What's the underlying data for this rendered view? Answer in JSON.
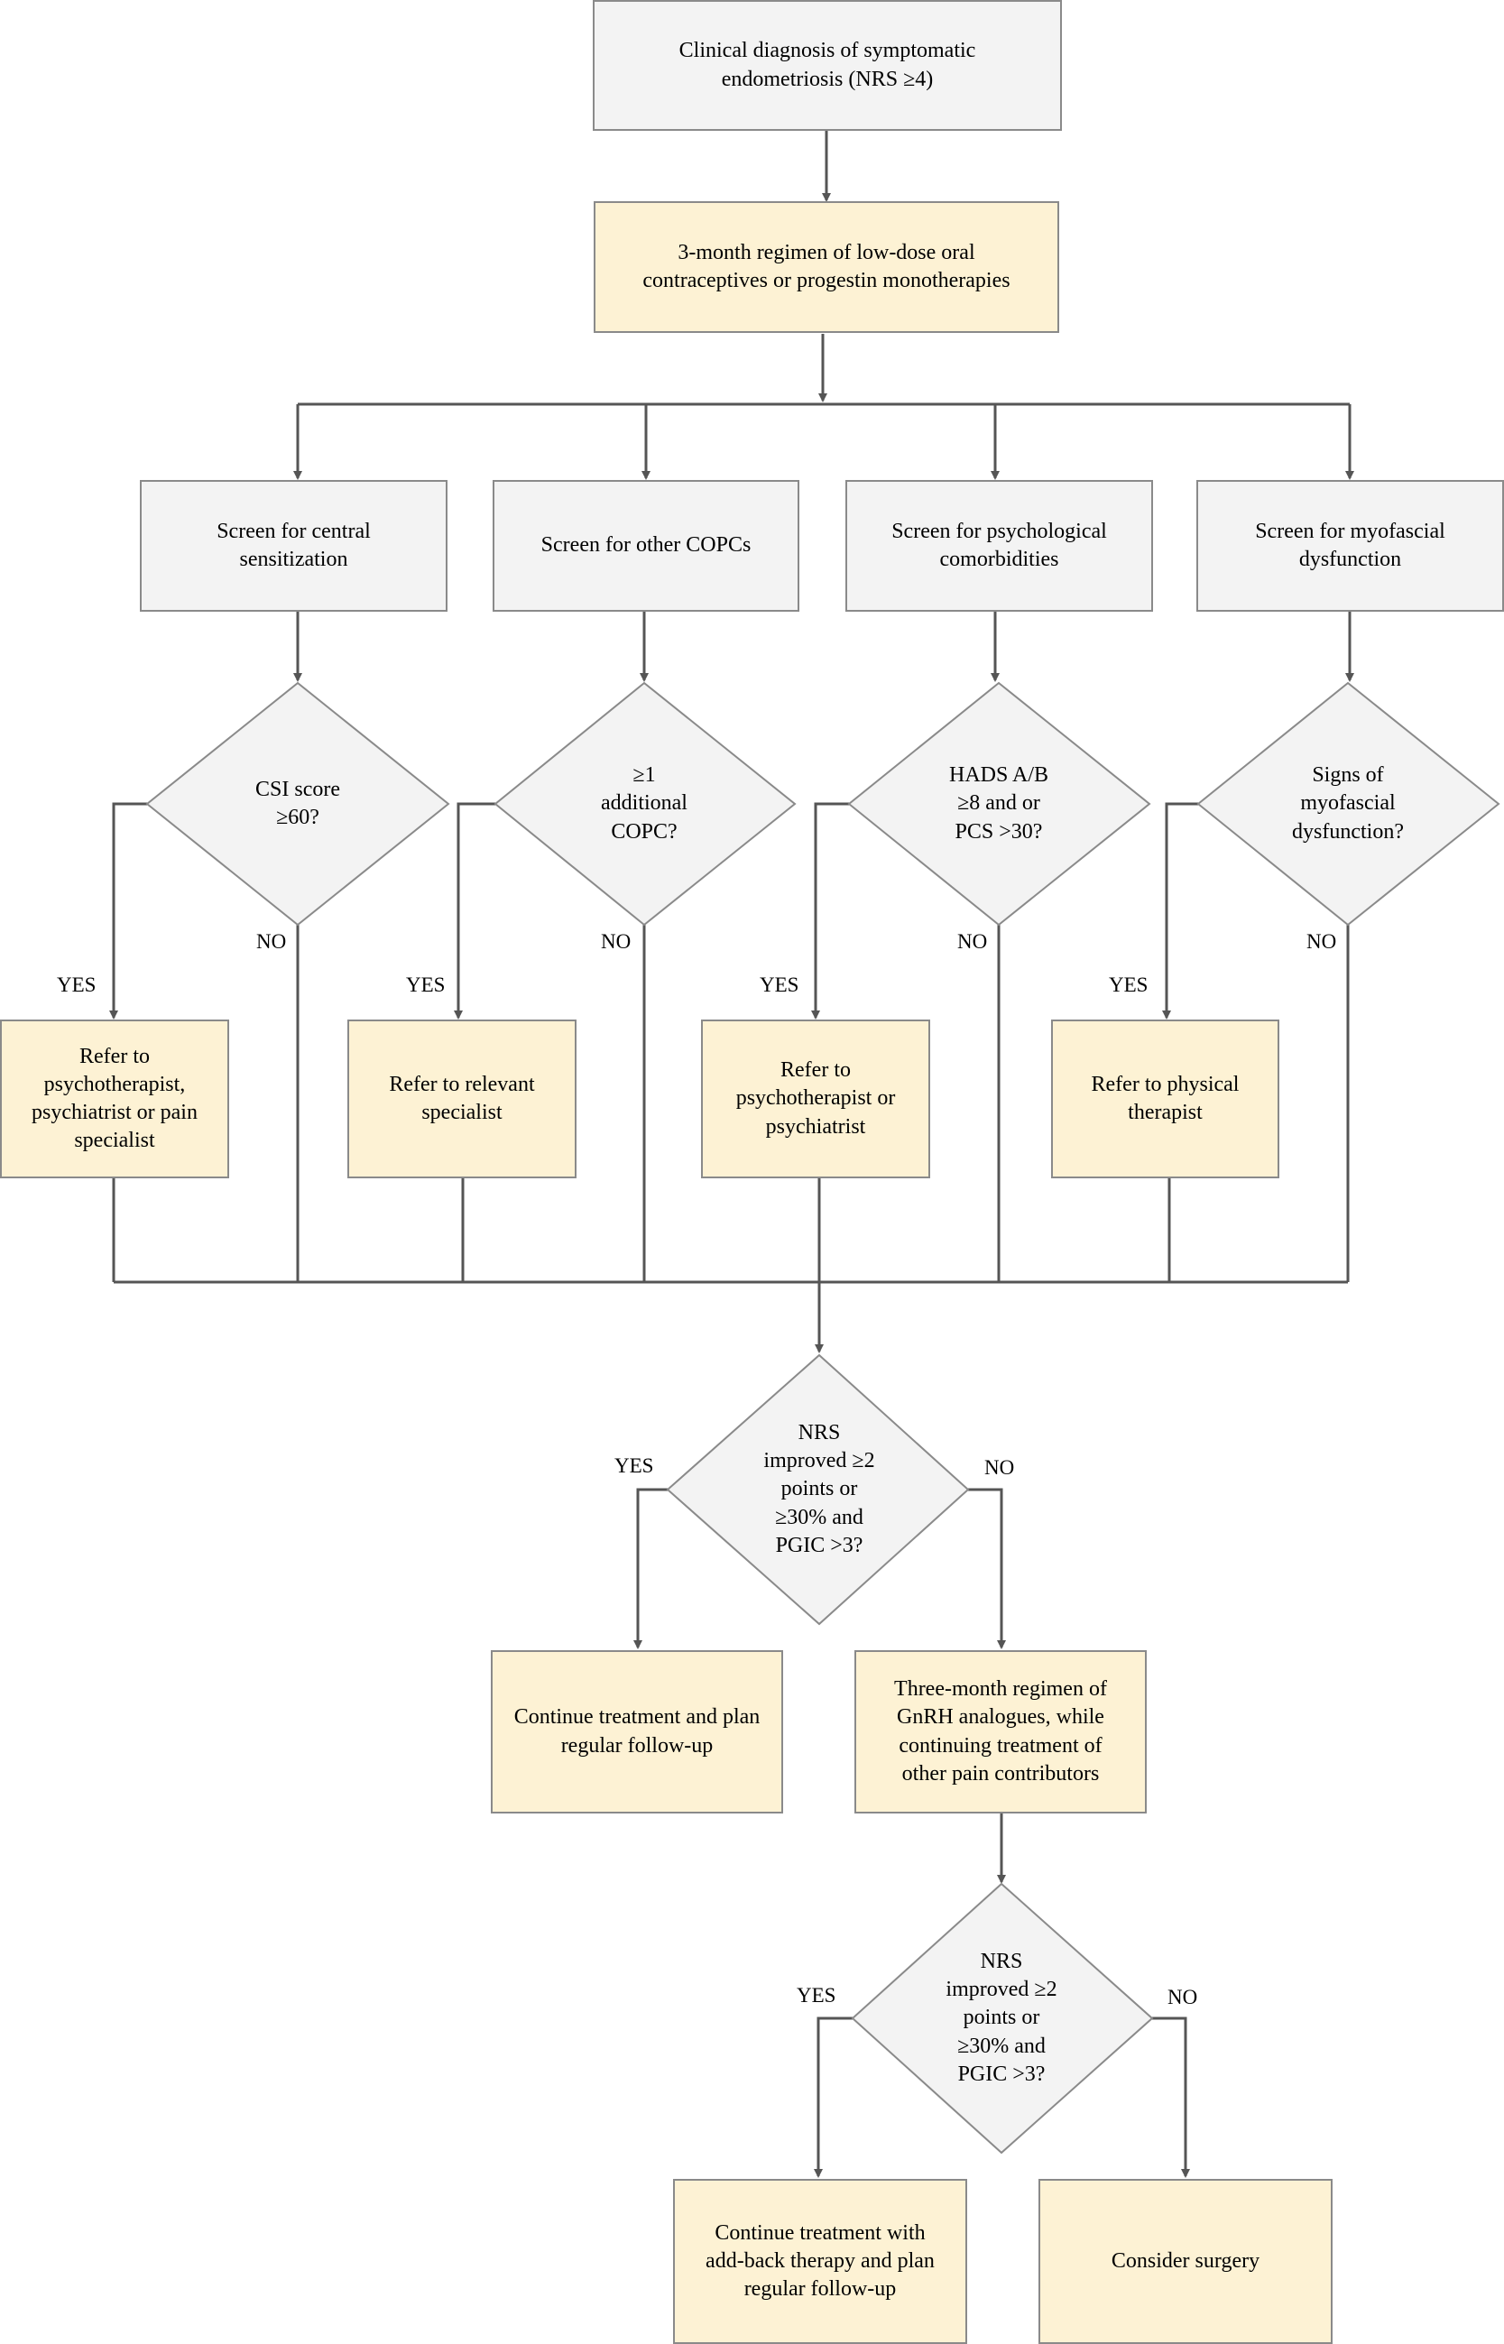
{
  "start": {
    "text": "Clinical diagnosis of symptomatic\nendometriosis (NRS ≥4)"
  },
  "first_line": {
    "text": "3-month regimen of low-dose oral\ncontraceptives or progestin monotherapies"
  },
  "screens": [
    {
      "text": "Screen for central\nsensitization"
    },
    {
      "text": "Screen for other COPCs"
    },
    {
      "text": "Screen for psychological\ncomorbidities"
    },
    {
      "text": "Screen for myofascial\ndysfunction"
    }
  ],
  "decisions": [
    {
      "text": "CSI score\n≥60?"
    },
    {
      "text": "≥1\nadditional\nCOPC?"
    },
    {
      "text": "HADS A/B\n≥8 and or\nPCS >30?"
    },
    {
      "text": "Signs of\nmyofascial\ndysfunction?"
    }
  ],
  "referrals": [
    {
      "text": "Refer to\npsychotherapist,\npsychiatrist or pain\nspecialist"
    },
    {
      "text": "Refer to relevant\nspecialist"
    },
    {
      "text": "Refer to\npsychotherapist or\npsychiatrist"
    },
    {
      "text": "Refer to physical\ntherapist"
    }
  ],
  "decision2": {
    "text": "NRS\nimproved ≥2\npoints or\n≥30% and\nPGIC >3?"
  },
  "continue1": {
    "text": "Continue treatment and plan\nregular follow-up"
  },
  "gnrh": {
    "text": "Three-month regimen of\nGnRH analogues, while\ncontinuing treatment of\nother pain contributors"
  },
  "decision3": {
    "text": "NRS\nimproved ≥2\npoints or\n≥30% and\nPGIC >3?"
  },
  "continue2": {
    "text": "Continue treatment with\nadd-back therapy and plan\nregular follow-up"
  },
  "surgery": {
    "text": "Consider surgery"
  },
  "labels": {
    "yes": "YES",
    "no": "NO"
  },
  "colors": {
    "grey_fill": "#f3f3f3",
    "yellow_fill": "#fdf2d4",
    "border": "#8a8a8a",
    "line": "#555555"
  }
}
